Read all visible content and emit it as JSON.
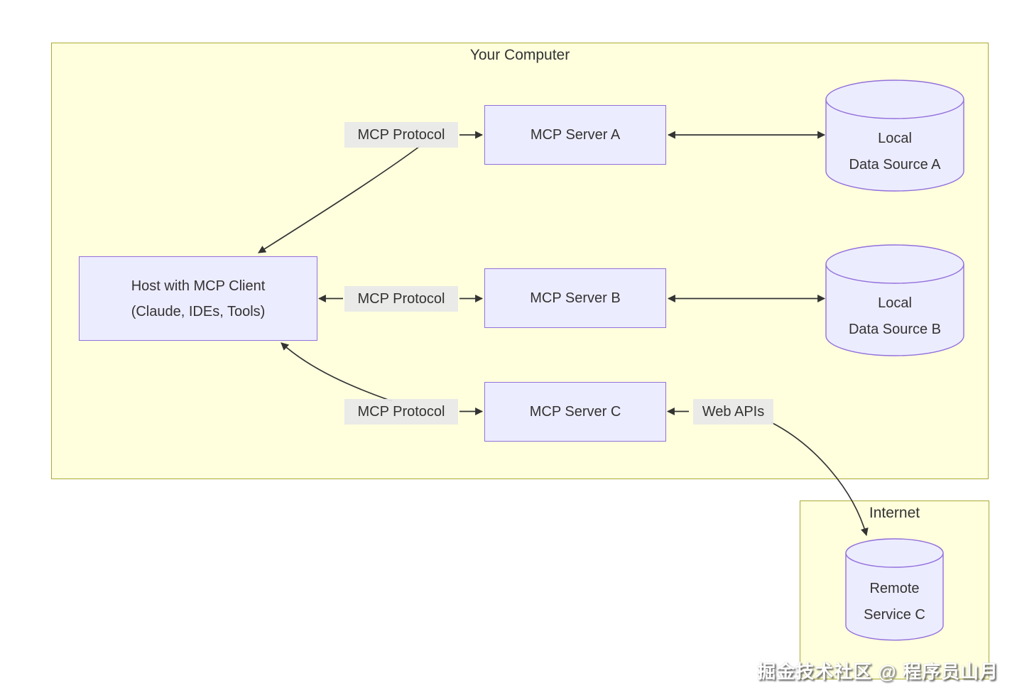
{
  "diagram": {
    "clusters": {
      "your_computer": {
        "label": "Your Computer"
      },
      "internet": {
        "label": "Internet"
      }
    },
    "nodes": {
      "host": {
        "label": "Host with MCP Client\n(Claude, IDEs, Tools)"
      },
      "server_a": {
        "label": "MCP Server A"
      },
      "server_b": {
        "label": "MCP Server B"
      },
      "server_c": {
        "label": "MCP Server C"
      },
      "data_source_a": {
        "label": "Local\nData Source A"
      },
      "data_source_b": {
        "label": "Local\nData Source B"
      },
      "remote_service_c": {
        "label": "Remote\nService C"
      }
    },
    "edge_labels": {
      "protocol_a": "MCP Protocol",
      "protocol_b": "MCP Protocol",
      "protocol_c": "MCP Protocol",
      "web_apis": "Web APIs"
    },
    "colors": {
      "cluster_fill": "#ffffde",
      "cluster_border": "#aaaa33",
      "node_fill": "#ececff",
      "node_border": "#9370db",
      "edge_label_bg": "#e8e8e8",
      "arrow": "#333333",
      "text": "#333333"
    }
  },
  "watermark": {
    "text": "掘金技术社区 @ 程序员山月"
  }
}
